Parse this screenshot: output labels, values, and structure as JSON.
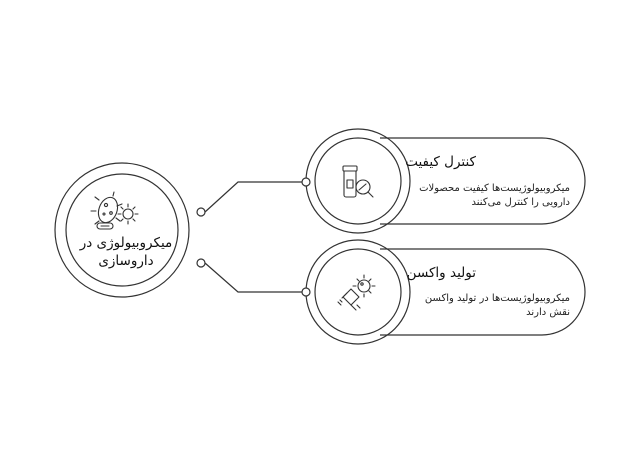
{
  "center": {
    "label": "میکروبیولوژی در داروسازی",
    "icon": "microbes-icon"
  },
  "items": [
    {
      "title": "کنترل کیفیت",
      "description": "میکروبیولوژیست‌ها کیفیت محصولات دارویی را کنترل می‌کنند",
      "icon": "medicine-inspection-icon"
    },
    {
      "title": "تولید واکسن",
      "description": "میکروبیولوژیست‌ها در تولید واکسن نقش دارند",
      "icon": "vaccine-syringe-icon"
    }
  ],
  "colors": {
    "stroke": "#333333",
    "text": "#111111",
    "background": "#ffffff"
  }
}
